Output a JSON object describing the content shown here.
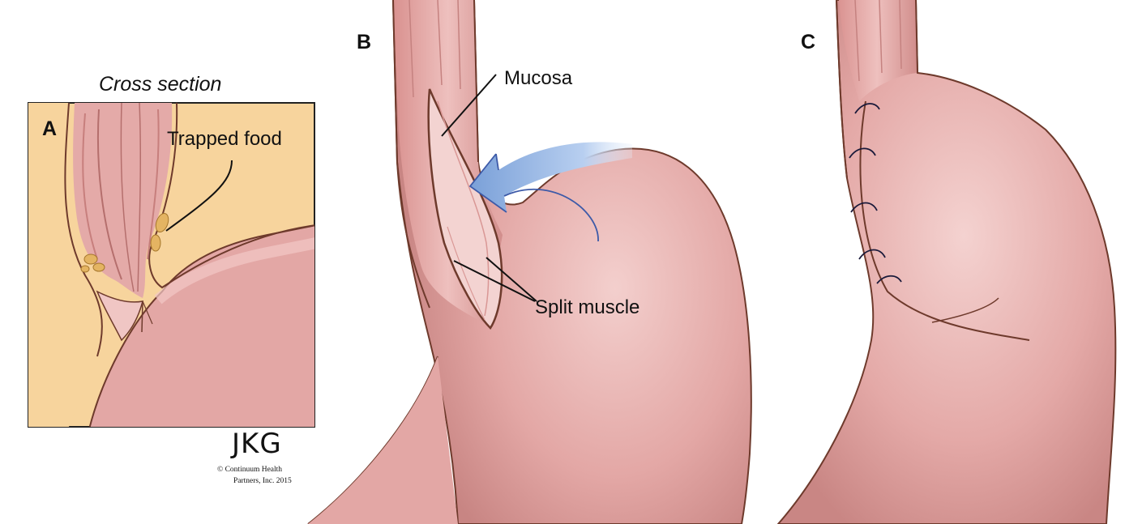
{
  "panel_a": {
    "letter": "A",
    "title": "Cross section",
    "trapped_food_label": "Trapped food"
  },
  "panel_b": {
    "letter": "B",
    "mucosa_label": "Mucosa",
    "split_muscle_label": "Split muscle"
  },
  "panel_c": {
    "letter": "C"
  },
  "credit": {
    "signature": "JKG",
    "copyright_line1": "© Continuum Health",
    "copyright_line2": "Partners, Inc. 2015"
  },
  "colors": {
    "tissue": "#e3a7a5",
    "tissue_dark": "#c98684",
    "tissue_light": "#f0c6c4",
    "outline": "#6e3a2c",
    "background_a": "#f7d49d",
    "arrow": "#a8c4e8",
    "arrow_outline": "#3d5aa8"
  }
}
